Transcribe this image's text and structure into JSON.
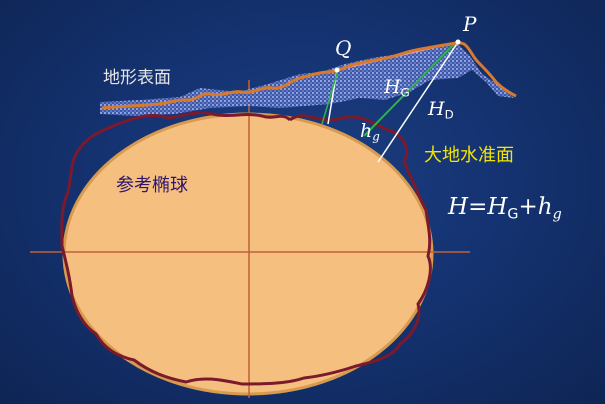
{
  "labels": {
    "terrain_surface": "地形表面",
    "reference_ellipsoid": "参考椭球",
    "geoid": "大地水准面",
    "point_q": "Q",
    "point_p": "P",
    "h_g_main": "H",
    "h_g_sub": "G",
    "h_d_main": "H",
    "h_d_sub": "D",
    "h_small_main": "h",
    "h_small_sub": "g"
  },
  "formula": {
    "lhs": "H",
    "equals": "=",
    "term1": "H",
    "term1_sub": "G",
    "plus": "+",
    "term2": "h",
    "term2_sub": "g"
  },
  "colors": {
    "background": "#153372",
    "ellipsoid_fill": "#f5bf7f",
    "ellipsoid_edge": "#d79a4f",
    "geoid_line": "#7a1a2c",
    "terrain_line": "#d87a2c",
    "terrain_shading": "#7f8fd0",
    "axis_line": "#c0613a",
    "ellipsoid_label": "#2a1670",
    "geoid_label": "#f2e400",
    "normal_line": "#ffffff",
    "plumb_line": "#2fb34a",
    "chord_line": "#e79bc6"
  }
}
